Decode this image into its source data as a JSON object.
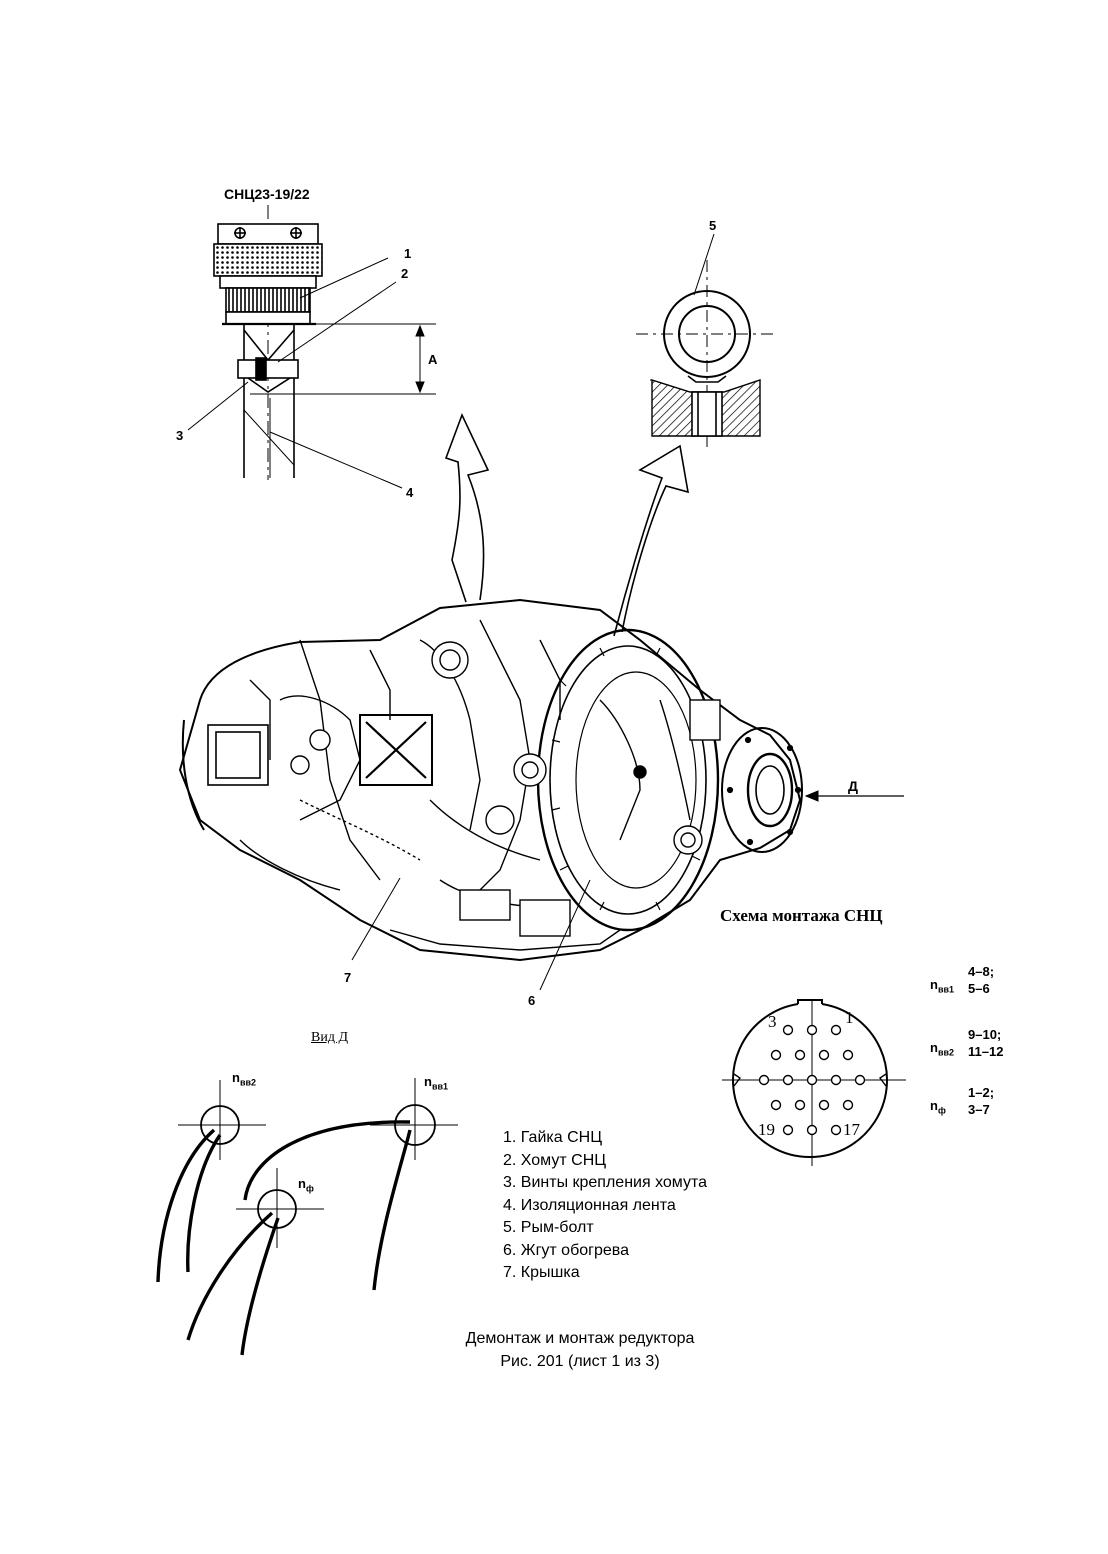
{
  "connector_designation": "СНЦ23-19/22",
  "top_callouts": [
    "1",
    "2",
    "3",
    "4"
  ],
  "dimension_label": "А",
  "eyebolt_callout": "5",
  "engine_callouts": [
    "6",
    "7"
  ],
  "view_arrow_label": "Д",
  "view_title": "Вид Д",
  "sensor_labels": {
    "nvv2": {
      "base": "n",
      "sub": "вв2"
    },
    "nvv1": {
      "base": "n",
      "sub": "вв1"
    },
    "nf": {
      "base": "n",
      "sub": "ф"
    }
  },
  "scheme_title": "Схема монтажа СНЦ",
  "pin_numbers": [
    "3",
    "1",
    "19",
    "17"
  ],
  "pin_pairs": [
    {
      "base": "n",
      "sub": "вв1",
      "line1": "4–8;",
      "line2": "5–6"
    },
    {
      "base": "n",
      "sub": "вв2",
      "line1": "9–10;",
      "line2": "11–12"
    },
    {
      "base": "n",
      "sub": "ф",
      "line1": "1–2;",
      "line2": "3–7"
    }
  ],
  "legend": [
    "1. Гайка СНЦ",
    "2. Хомут СНЦ",
    "3. Винты крепления хомута",
    "4. Изоляционная лента",
    "5. Рым-болт",
    "6. Жгут обогрева",
    "7. Крышка"
  ],
  "caption": {
    "line1": "Демонтаж и монтаж редуктора",
    "line2": "Рис. 201 (лист 1 из 3)"
  }
}
